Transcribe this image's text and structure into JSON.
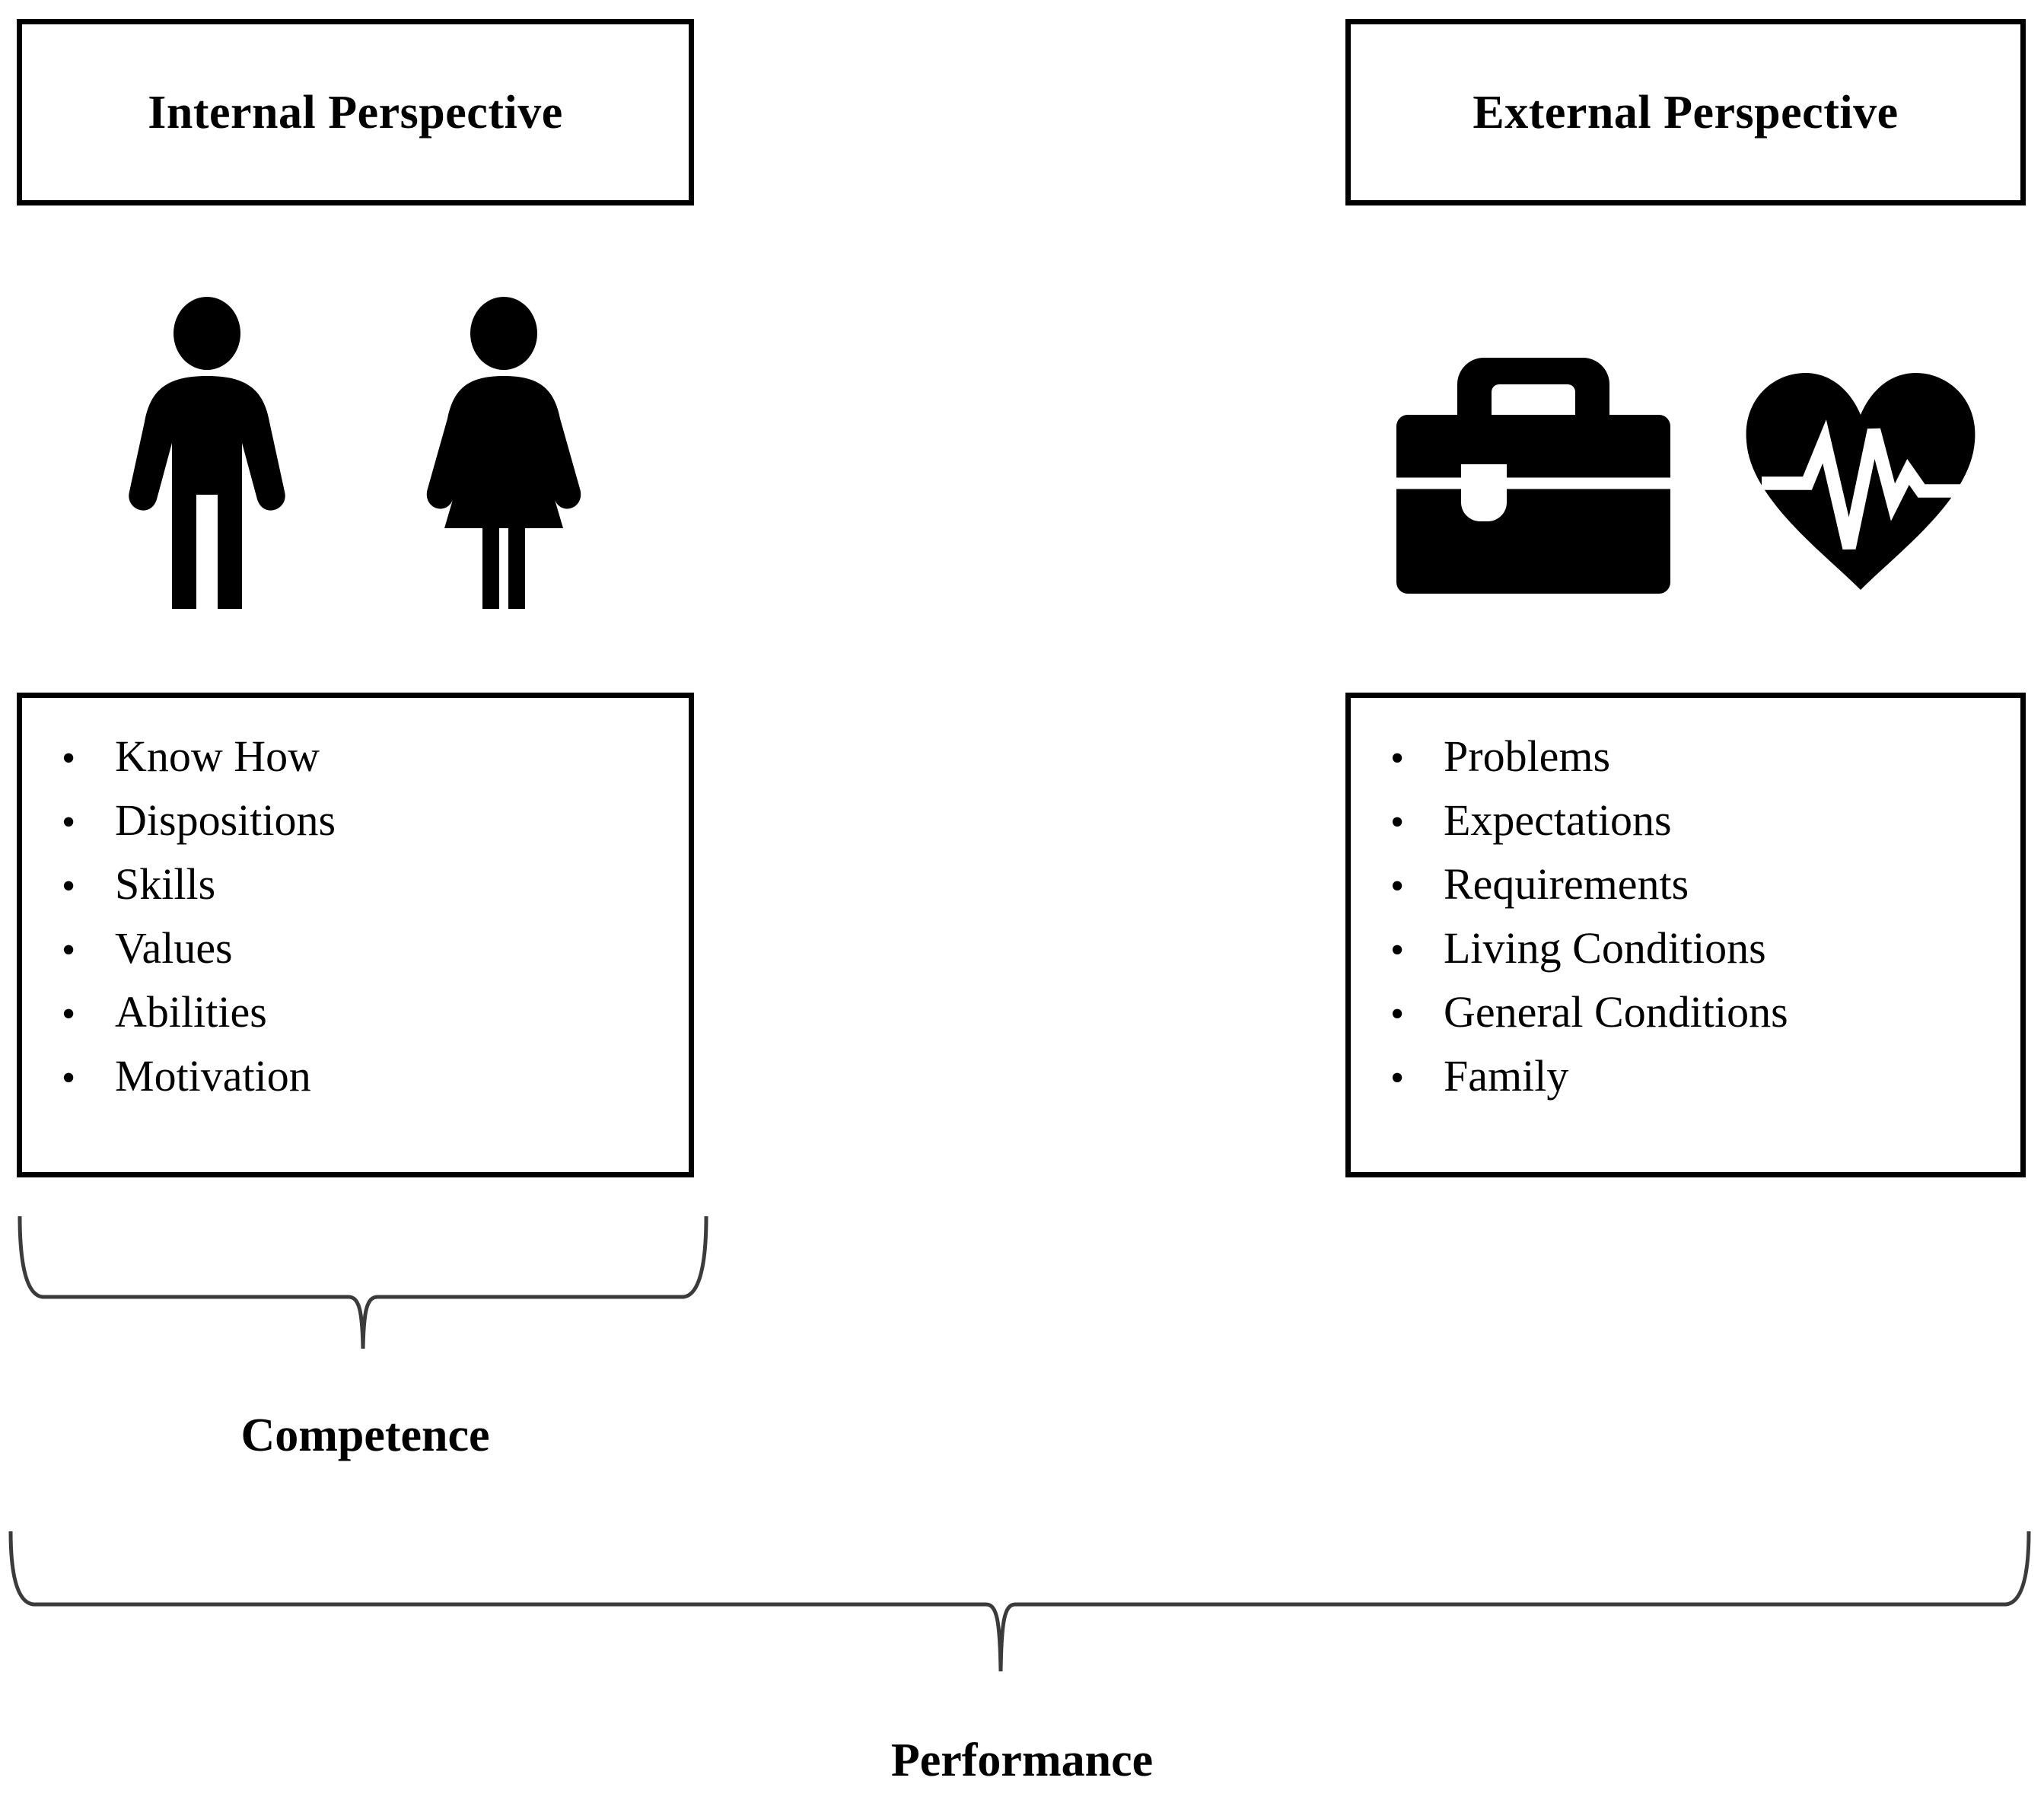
{
  "diagram": {
    "title_internal": "Internal Perspective",
    "title_external": "External Perspective",
    "colors": {
      "stroke": "#000000",
      "background": "#ffffff",
      "brace": "#3b3b3b"
    },
    "columns": [
      {
        "id": "internal",
        "header": "Internal Perspective",
        "icons": [
          "person-male-icon",
          "person-female-icon"
        ],
        "items": [
          "Know How",
          "Dispositions",
          "Skills",
          "Values",
          "Abilities",
          "Motivation"
        ]
      },
      {
        "id": "external",
        "header": "External Perspective",
        "icons": [
          "briefcase-icon",
          "heart-pulse-icon"
        ],
        "items": [
          "Problems",
          "Expectations",
          "Requirements",
          "Living Conditions",
          "General Conditions",
          "Family"
        ]
      }
    ],
    "braces": [
      {
        "id": "competence",
        "label": "Competence",
        "spans": [
          "internal"
        ]
      },
      {
        "id": "performance",
        "label": "Performance",
        "spans": [
          "internal",
          "external"
        ]
      }
    ]
  }
}
